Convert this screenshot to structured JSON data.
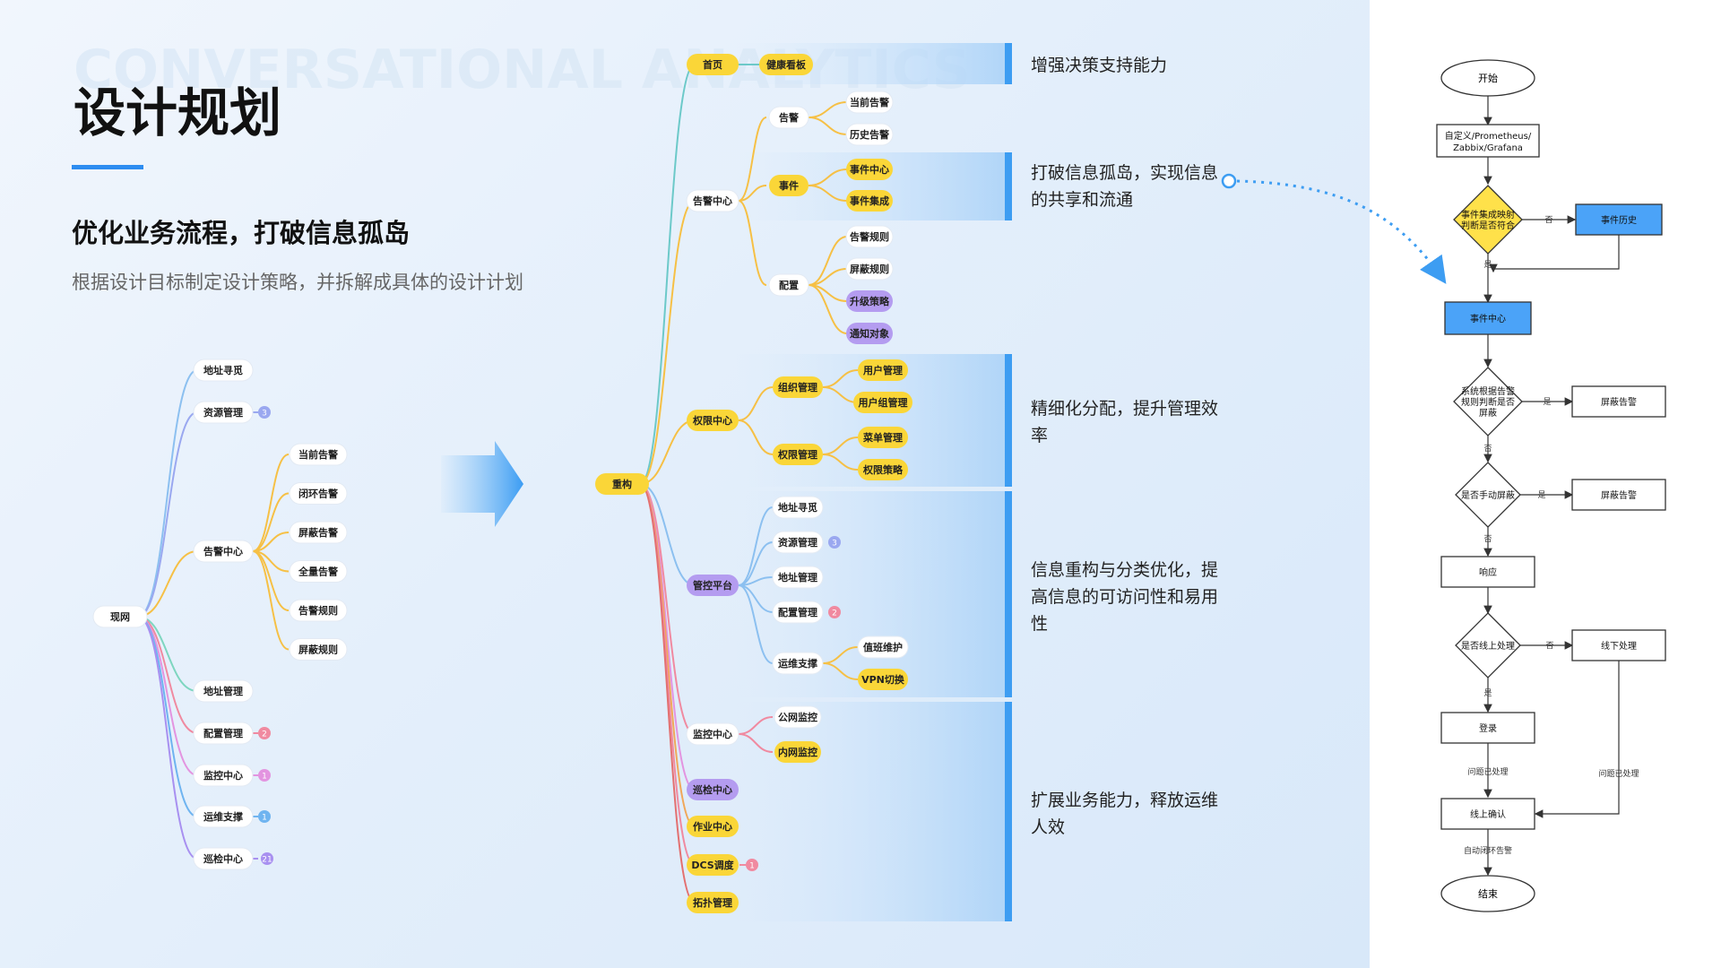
{
  "header": {
    "title": "设计规划",
    "watermark": "CONVERSATIONAL ANALYTICS",
    "subtitle": "优化业务流程，打破信息孤岛",
    "description": "根据设计目标制定设计策略，并拆解成具体的设计计划"
  },
  "colors": {
    "accent_blue": "#2d8cf0",
    "node_yellow": "#fad638",
    "node_purple": "#b49cf0",
    "flow_blue": "#4ba3f8",
    "flow_yellow": "#ffe14a"
  },
  "left_map": {
    "root": "现网",
    "nodes": [
      {
        "label": "地址寻觅"
      },
      {
        "label": "资源管理",
        "badge": "3"
      },
      {
        "label": "告警中心",
        "children": [
          "当前告警",
          "闭环告警",
          "屏蔽告警",
          "全量告警",
          "告警规则",
          "屏蔽规则"
        ]
      },
      {
        "label": "地址管理"
      },
      {
        "label": "配置管理",
        "badge": "2"
      },
      {
        "label": "监控中心",
        "badge": "1"
      },
      {
        "label": "运维支撑",
        "badge": "1"
      },
      {
        "label": "巡检中心",
        "badge": "21"
      }
    ]
  },
  "right_map": {
    "root": "重构",
    "first": [
      "首页",
      "告警中心",
      "权限中心",
      "管控平台",
      "监控中心",
      "巡检中心",
      "作业中心",
      "DCS调度",
      "拓扑管理"
    ],
    "home_child": "健康看板",
    "alarm_center": {
      "groups": [
        "告警",
        "事件",
        "配置"
      ],
      "alarm_children": [
        "当前告警",
        "历史告警"
      ],
      "event_children": [
        "事件中心",
        "事件集成"
      ],
      "config_children": [
        "告警规则",
        "屏蔽规则",
        "升级策略",
        "通知对象"
      ]
    },
    "permission_center": {
      "groups": [
        "组织管理",
        "权限管理"
      ],
      "org_children": [
        "用户管理",
        "用户组管理"
      ],
      "perm_children": [
        "菜单管理",
        "权限策略"
      ]
    },
    "control_platform": {
      "children": [
        "地址寻觅",
        "资源管理",
        "地址管理",
        "配置管理",
        "运维支撑"
      ],
      "resource_badge": "3",
      "config_badge": "2",
      "ops_children": [
        "值班维护",
        "VPN切换"
      ]
    },
    "monitor_children": [
      "公网监控",
      "内网监控"
    ],
    "dcs_badge": "1"
  },
  "goals": [
    "增强决策支持能力",
    "打破信息孤岛，实现信息的共享和流通",
    "精细化分配，提升管理效率",
    "信息重构与分类优化，提高信息的可访问性和易用性",
    "扩展业务能力，释放运维人效"
  ],
  "flowchart": {
    "start": "开始",
    "source": "自定义/Prometheus/Zabbix/Grafana",
    "decision1": "事件集成映射判断是否符合",
    "no": "否",
    "yes": "是",
    "event_history": "事件历史",
    "event_center": "事件中心",
    "decision2": "系统根据告警规则判断是否屏蔽",
    "masked_alarm": "屏蔽告警",
    "decision3": "是否手动屏蔽",
    "respond": "响应",
    "decision4": "是否线上处理",
    "offline": "线下处理",
    "login": "登录",
    "handled": "问题已处理",
    "online_confirm": "线上确认",
    "auto_close": "自动闭环告警",
    "end": "结束"
  }
}
